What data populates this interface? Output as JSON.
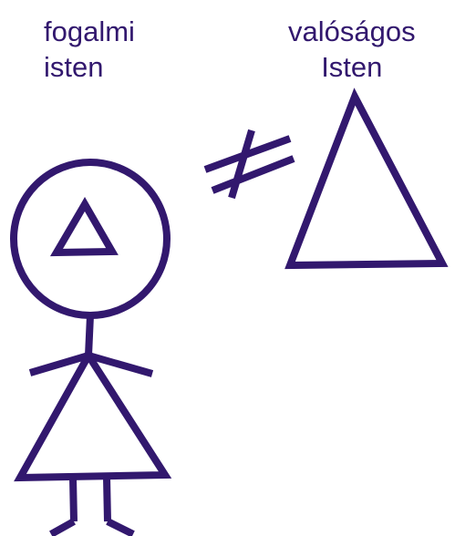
{
  "labels": {
    "conceptual_god": {
      "line1": "fogalmi",
      "line2": "isten"
    },
    "real_god": {
      "line1": "valóságos",
      "line2": "Isten"
    }
  },
  "colors": {
    "ink": "#32186e",
    "background": "#ffffff"
  },
  "symbols": {
    "relation": "not-equal"
  }
}
